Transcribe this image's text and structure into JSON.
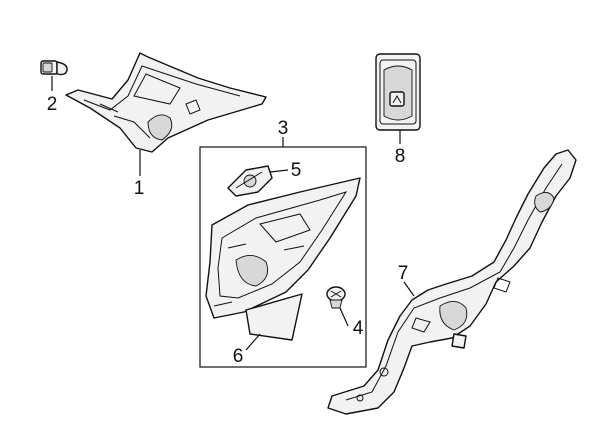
{
  "callouts": {
    "c1": "1",
    "c2": "2",
    "c3": "3",
    "c4": "4",
    "c5": "5",
    "c6": "6",
    "c7": "7",
    "c8": "8"
  },
  "parts": {
    "part1": "upper-quarter-trim-panel",
    "part2": "clip",
    "part3": "quarter-trim-panel-assembly",
    "part4": "push-pin-retainer",
    "part5": "trim-bracket",
    "part6": "lower-trim-cover",
    "part7": "side-inner-panel-bracket",
    "part8": "switch"
  }
}
